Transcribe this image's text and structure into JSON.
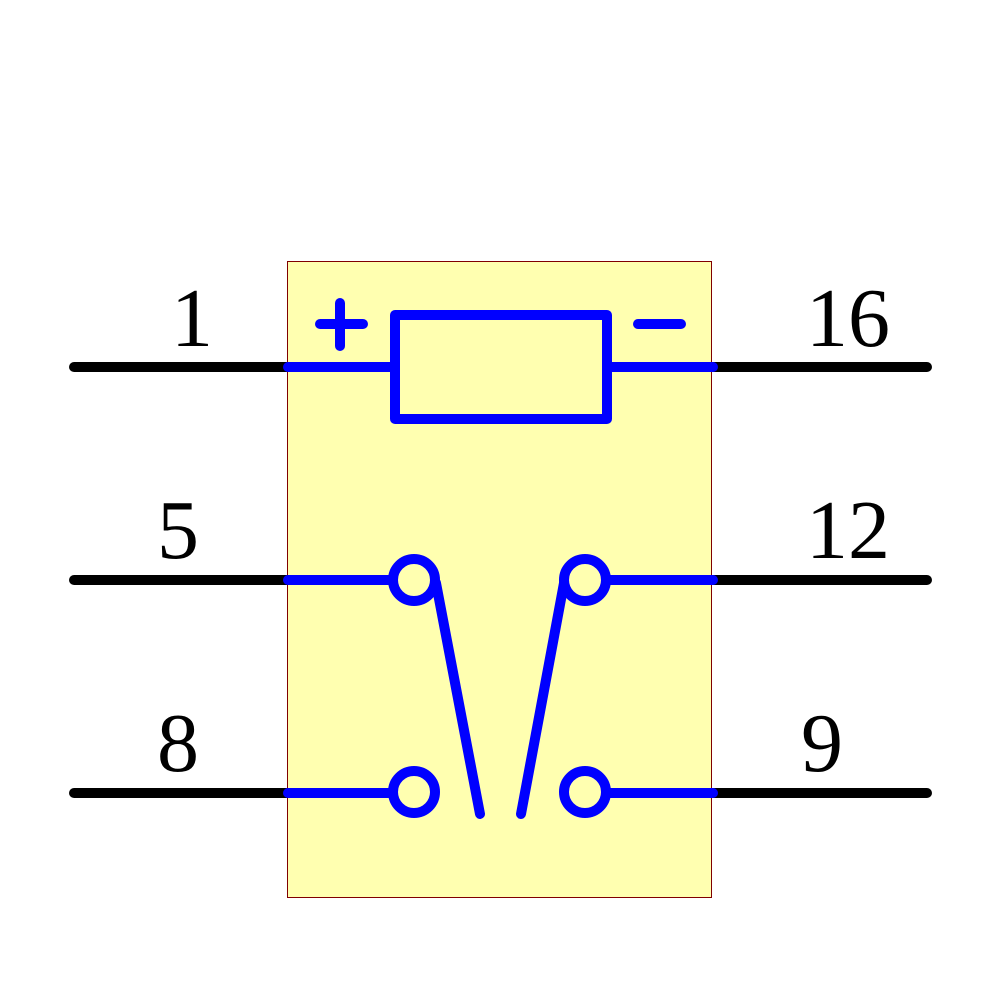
{
  "component": {
    "type": "relay",
    "body_fill": "#ffffb0",
    "body_stroke": "#800000",
    "symbol_color": "#0000ff",
    "pin_color": "#000000"
  },
  "pins": {
    "p1": "1",
    "p16": "16",
    "p5": "5",
    "p12": "12",
    "p8": "8",
    "p9": "9"
  },
  "coil": {
    "plus": "+",
    "minus": "−"
  }
}
